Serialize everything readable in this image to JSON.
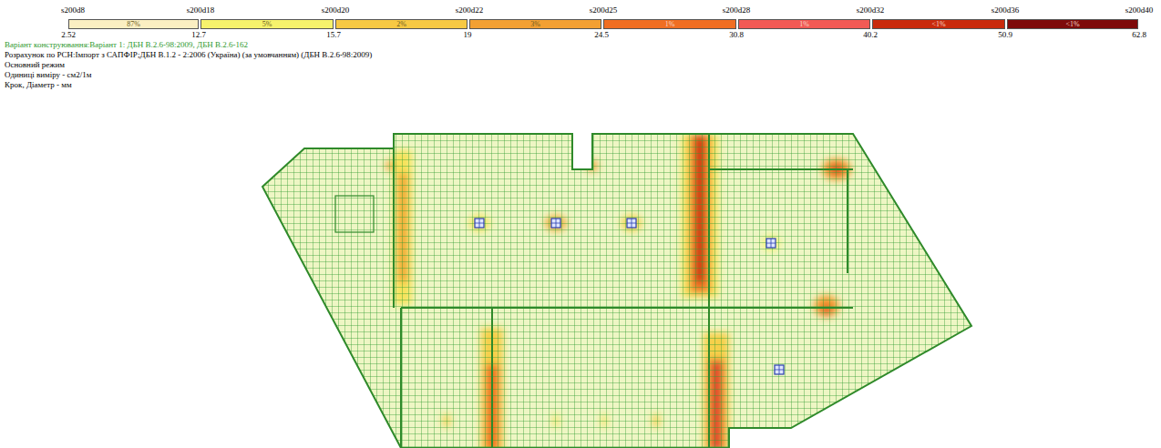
{
  "diagram": {
    "labels": [
      "s200d8",
      "s200d18",
      "s200d20",
      "s200d22",
      "s200d25",
      "s200d28",
      "s200d32",
      "s200d36",
      "s200d40",
      "2.52",
      "12.7",
      "15.7",
      "19",
      "24.5",
      "30.8",
      "40.2",
      "50.9",
      "62.8",
      "Варіант конструювання:Варіант 1: ДБН В.2.6-98:2009, ДБН В.2.6-162",
      "Розрахунок по РСН:Імпорт з САПФІР;ДБН В.1.2 - 2:2006 (Україна) (за умовчанням) (ДБН В.2.6-98:2009)",
      "Основний режим",
      "Одиниці виміру - см2/1м",
      "Крок, Діаметр - мм"
    ],
    "legend": [
      {
        "text": "87%",
        "color": "#fbefc2"
      },
      {
        "text": "5%",
        "color": "#f6f26c"
      },
      {
        "text": "2%",
        "color": "#f7c944"
      },
      {
        "text": "3%",
        "color": "#f3a033"
      },
      {
        "text": "1%",
        "color": "#f06e22"
      },
      {
        "text": "1%",
        "color": "#f25a55"
      },
      {
        "text": "<1%",
        "color": "#c92a0c"
      },
      {
        "text": "<1%",
        "color": "#7e0a0a"
      }
    ]
  }
}
